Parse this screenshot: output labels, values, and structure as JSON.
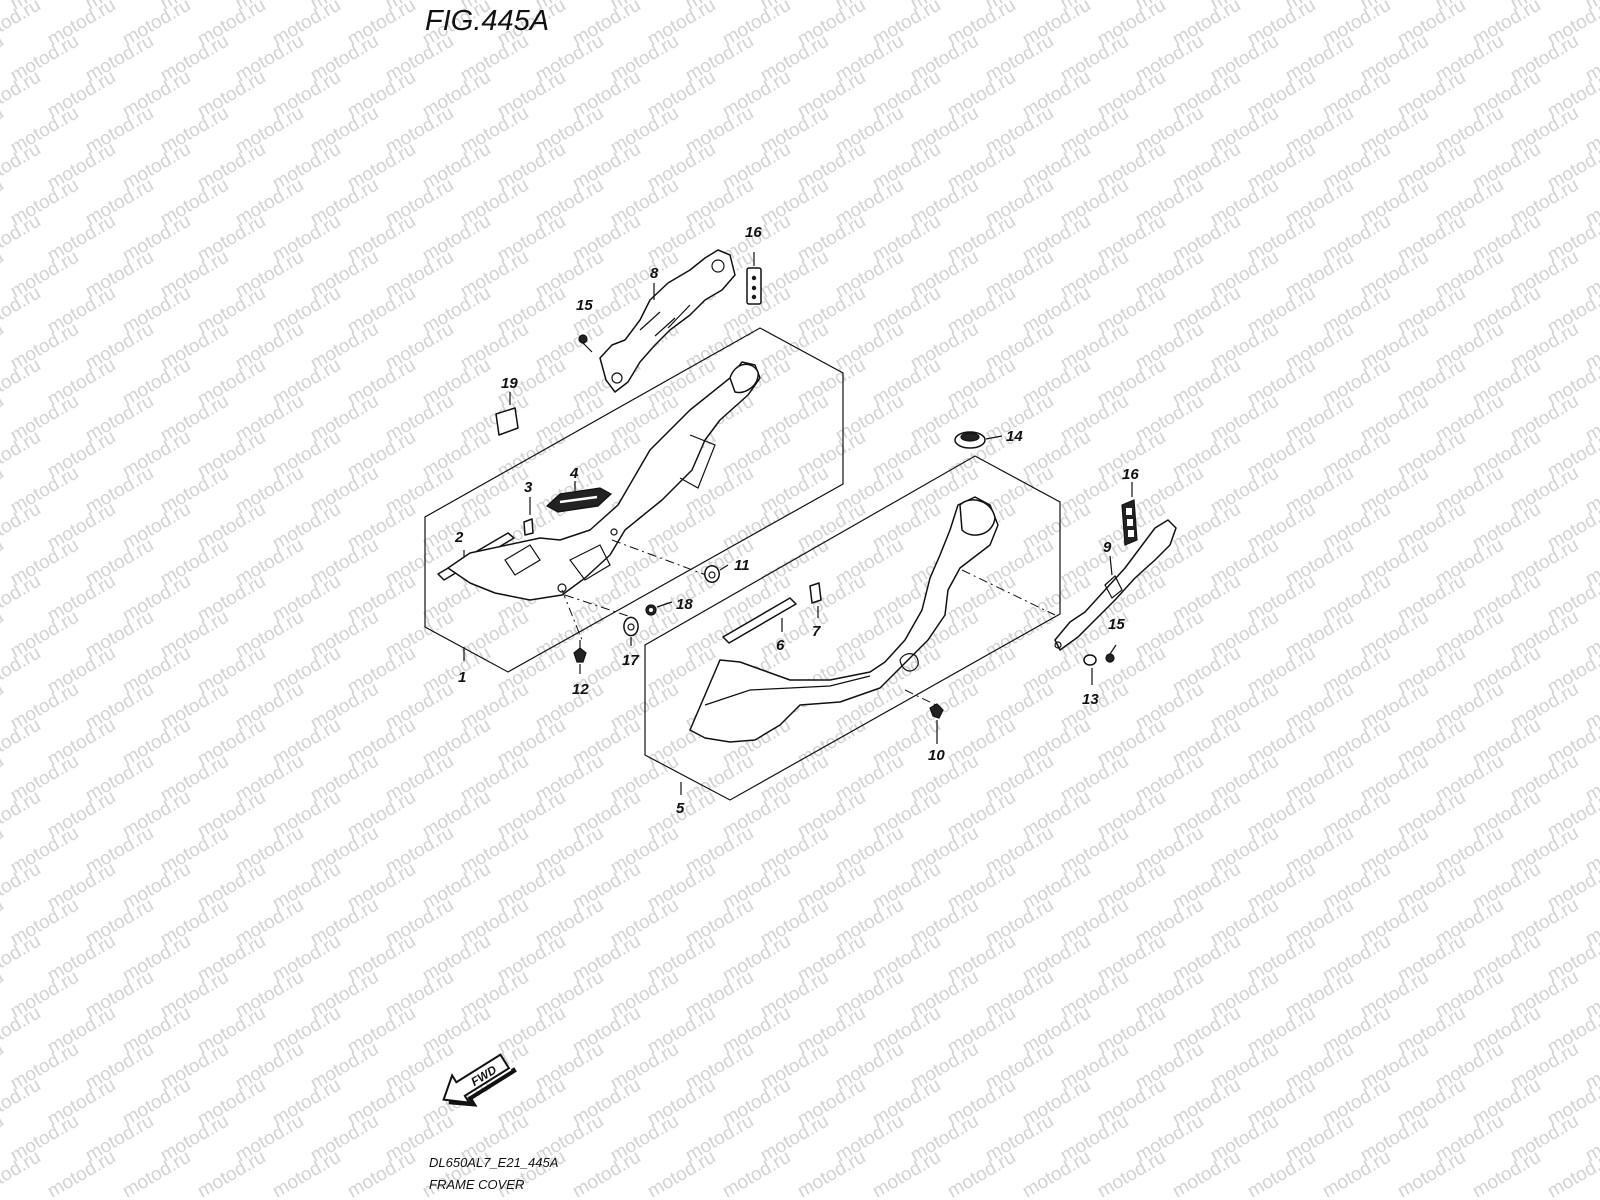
{
  "figure": {
    "title": "FIG.445A",
    "code": "DL650AL7_E21_445A",
    "name": "FRAME COVER",
    "fwd_label": "FWD",
    "watermark": "motod.ru"
  },
  "callouts": [
    {
      "id": "c1",
      "label": "1"
    },
    {
      "id": "c2",
      "label": "2"
    },
    {
      "id": "c3",
      "label": "3"
    },
    {
      "id": "c4",
      "label": "4"
    },
    {
      "id": "c5",
      "label": "5"
    },
    {
      "id": "c6",
      "label": "6"
    },
    {
      "id": "c7",
      "label": "7"
    },
    {
      "id": "c8",
      "label": "8"
    },
    {
      "id": "c9",
      "label": "9"
    },
    {
      "id": "c10",
      "label": "10"
    },
    {
      "id": "c11",
      "label": "11"
    },
    {
      "id": "c12",
      "label": "12"
    },
    {
      "id": "c13",
      "label": "13"
    },
    {
      "id": "c14",
      "label": "14"
    },
    {
      "id": "c15a",
      "label": "15"
    },
    {
      "id": "c15b",
      "label": "15"
    },
    {
      "id": "c16a",
      "label": "16"
    },
    {
      "id": "c16b",
      "label": "16"
    },
    {
      "id": "c17",
      "label": "17"
    },
    {
      "id": "c18",
      "label": "18"
    },
    {
      "id": "c19",
      "label": "19"
    }
  ]
}
